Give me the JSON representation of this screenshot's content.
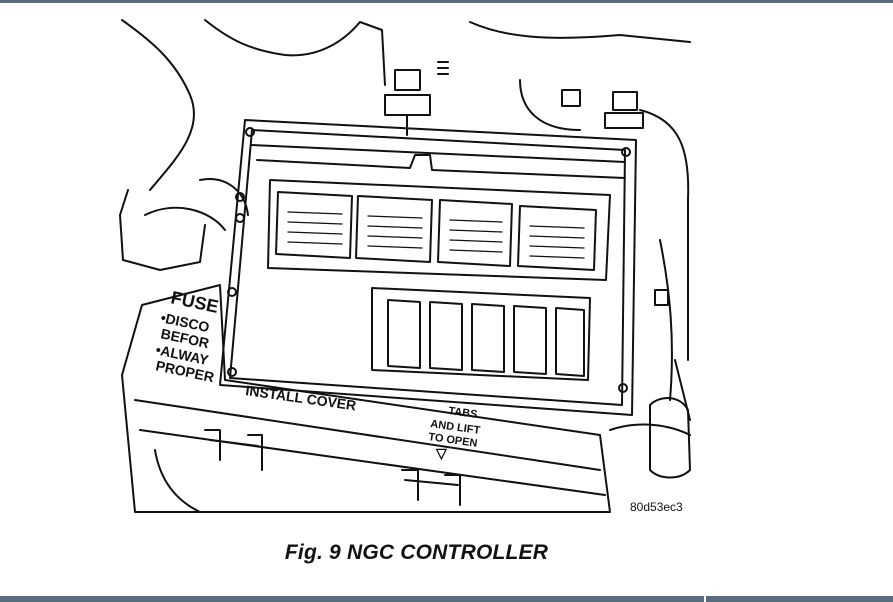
{
  "figure": {
    "caption_prefix": "Fig. 9",
    "caption_title": "NGC CONTROLLER",
    "image_code": "80d53ec3"
  },
  "fuse_box_label": {
    "heading": "FUSE",
    "line1": "•DISCO",
    "line2": "BEFOR",
    "line3": "•ALWAY",
    "line4": "PROPER",
    "install": "INSTALL COVER",
    "tabs_1": "TABS",
    "tabs_2": "AND LIFT",
    "tabs_3": "TO OPEN",
    "arrow": "▽"
  },
  "colors": {
    "frame": "#5a6b7d",
    "line": "#111111",
    "paper": "#ffffff"
  }
}
